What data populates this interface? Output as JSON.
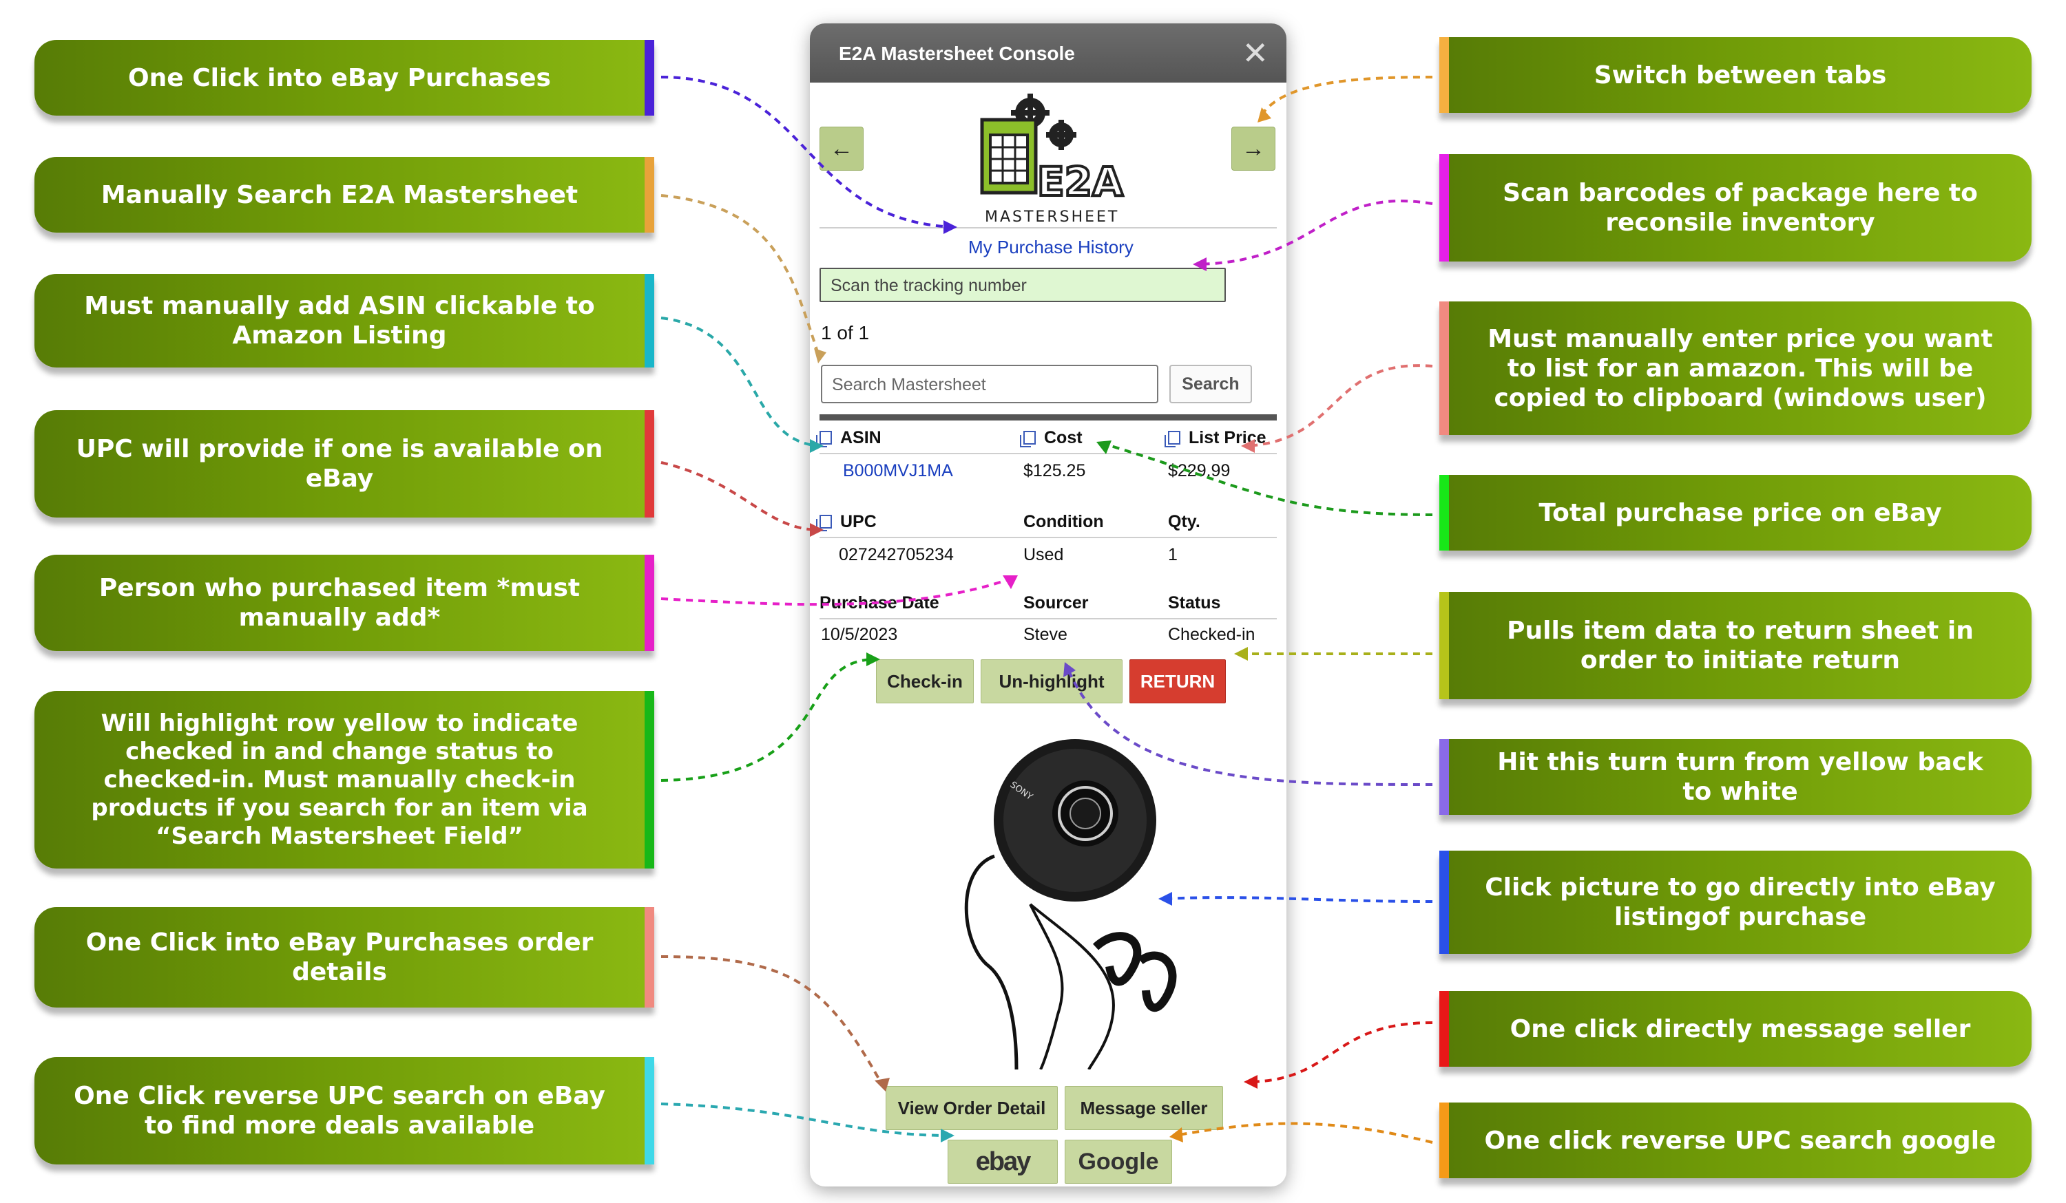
{
  "console": {
    "title": "E2A Mastersheet Console",
    "close_glyph": "✕",
    "prev_glyph": "←",
    "next_glyph": "→",
    "logo_text": "E2A",
    "logo_subtext": "MASTERSHEET",
    "purchase_history_link": "My Purchase History",
    "tracking_placeholder": "Scan the tracking number",
    "counter": "1 of 1",
    "search_placeholder": "Search Mastersheet",
    "search_button": "Search",
    "fields": {
      "asin_label": "ASIN",
      "asin_value": "B000MVJ1MA",
      "cost_label": "Cost",
      "cost_value": "$125.25",
      "list_price_label": "List Price",
      "list_price_value": "$229.99",
      "upc_label": "UPC",
      "upc_value": "027242705234",
      "condition_label": "Condition",
      "condition_value": "Used",
      "qty_label": "Qty.",
      "qty_value": "1",
      "purchase_date_label": "Purchase Date",
      "purchase_date_value": "10/5/2023",
      "sourcer_label": "Sourcer",
      "sourcer_value": "Steve",
      "status_label": "Status",
      "status_value": "Checked-in"
    },
    "buttons": {
      "check_in": "Check-in",
      "unhighlight": "Un-highlight",
      "return": "RETURN",
      "view_order": "View Order Detail",
      "message_seller": "Message seller",
      "ebay": "ebay",
      "google": "Google"
    },
    "product_brand": "SONY"
  },
  "callouts_left": [
    "One Click into eBay Purchases",
    "Manually Search E2A Mastersheet",
    "Must manually add ASIN clickable to Amazon Listing",
    "UPC will provide if one is available on eBay",
    "Person who purchased item *must manually add*",
    "Will highlight row yellow to indicate checked in and change status to checked-in. Must manually check-in products if you search for an item via “Search Mastersheet Field”",
    "One Click into eBay Purchases order details",
    "One Click reverse UPC search on eBay to find more deals available"
  ],
  "callouts_right": [
    "Switch between tabs",
    "Scan barcodes of package here to reconsile inventory",
    "Must manually enter price you want to list for an amazon. This will be copied to clipboard (windows user)",
    "Total purchase price on eBay",
    "Pulls item data to return sheet in order to initiate return",
    "Hit this turn turn from yellow back to white",
    "Click picture to go directly into eBay listingof purchase",
    "One click directly message seller",
    "One click reverse UPC search google"
  ],
  "colors": {
    "callout_green": "#6f9a07",
    "accent_left": [
      "#4a22d8",
      "#e8a23a",
      "#19b6c9",
      "#e03a3a",
      "#e620c8",
      "#18b818",
      "#f08a80",
      "#3fd8e8"
    ],
    "accent_right": [
      "#f5b040",
      "#e620e8",
      "#f08a80",
      "#18e818",
      "#b6c41a",
      "#8a6ae8",
      "#2a50e8",
      "#e81818",
      "#f59a18"
    ]
  }
}
